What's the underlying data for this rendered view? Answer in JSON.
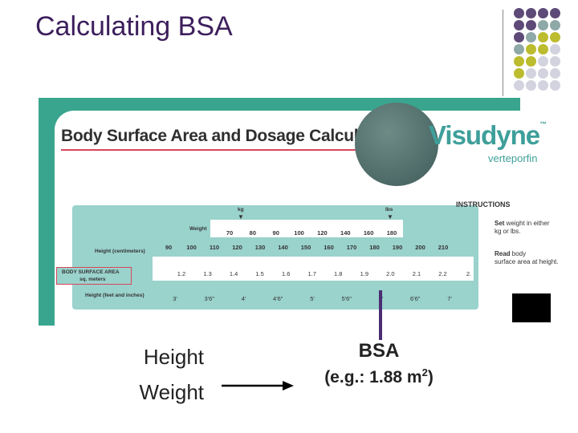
{
  "title": "Calculating BSA",
  "calculator": {
    "header": "Body Surface Area and Dosage Calculator",
    "brand": "Visudyne",
    "brand_tm": "™",
    "brand_sub": "verteporfin",
    "kg": "kg",
    "lbs": "lbs",
    "weight_label": "Weight",
    "height_cm_label": "Height (centimeters)",
    "bsa_label_line1": "BODY SURFACE AREA",
    "bsa_label_line2": "sq. meters",
    "height_ft_label": "Height (feet and inches)",
    "weight_ticks": [
      "70",
      "80",
      "90",
      "100",
      "120",
      "140",
      "160",
      "180"
    ],
    "cm_ticks": [
      "90",
      "100",
      "110",
      "120",
      "130",
      "140",
      "150",
      "160",
      "170",
      "180",
      "190",
      "200",
      "210"
    ],
    "bsa_ticks": [
      "1.2",
      "1.3",
      "1.4",
      "1.5",
      "1.6",
      "1.7",
      "1.8",
      "1.9",
      "2.0",
      "2.1",
      "2.2",
      "2."
    ],
    "ft_ticks": [
      "3'",
      "3'6\"",
      "4'",
      "4'6\"",
      "5'",
      "5'6\"",
      "6'",
      "6'6\"",
      "7'"
    ],
    "instructions": {
      "title": "INSTRUCTIONS",
      "set_bold": "Set",
      "set_line1": " weight in either",
      "set_line2": "kg or lbs.",
      "read_bold": "Read",
      "read_line1": " body",
      "read_line2": "surface area at height."
    }
  },
  "flow": {
    "input1": "Height",
    "input2": "Weight",
    "output": "BSA",
    "example_prefix": "(e.g.: 1.88 m",
    "example_sup": "2",
    "example_suffix": ")"
  },
  "colors": {
    "title": "#3d1f5c",
    "teal": "#3aa58f",
    "rule": "#9ad2cc",
    "accent_red": "#d8455a",
    "cursor": "#4b2d73",
    "dot_purple": "#5e4a78",
    "dot_gray": "#8fa8a8",
    "dot_olive": "#bcbc2f",
    "dot_light": "#d3d3e0"
  }
}
